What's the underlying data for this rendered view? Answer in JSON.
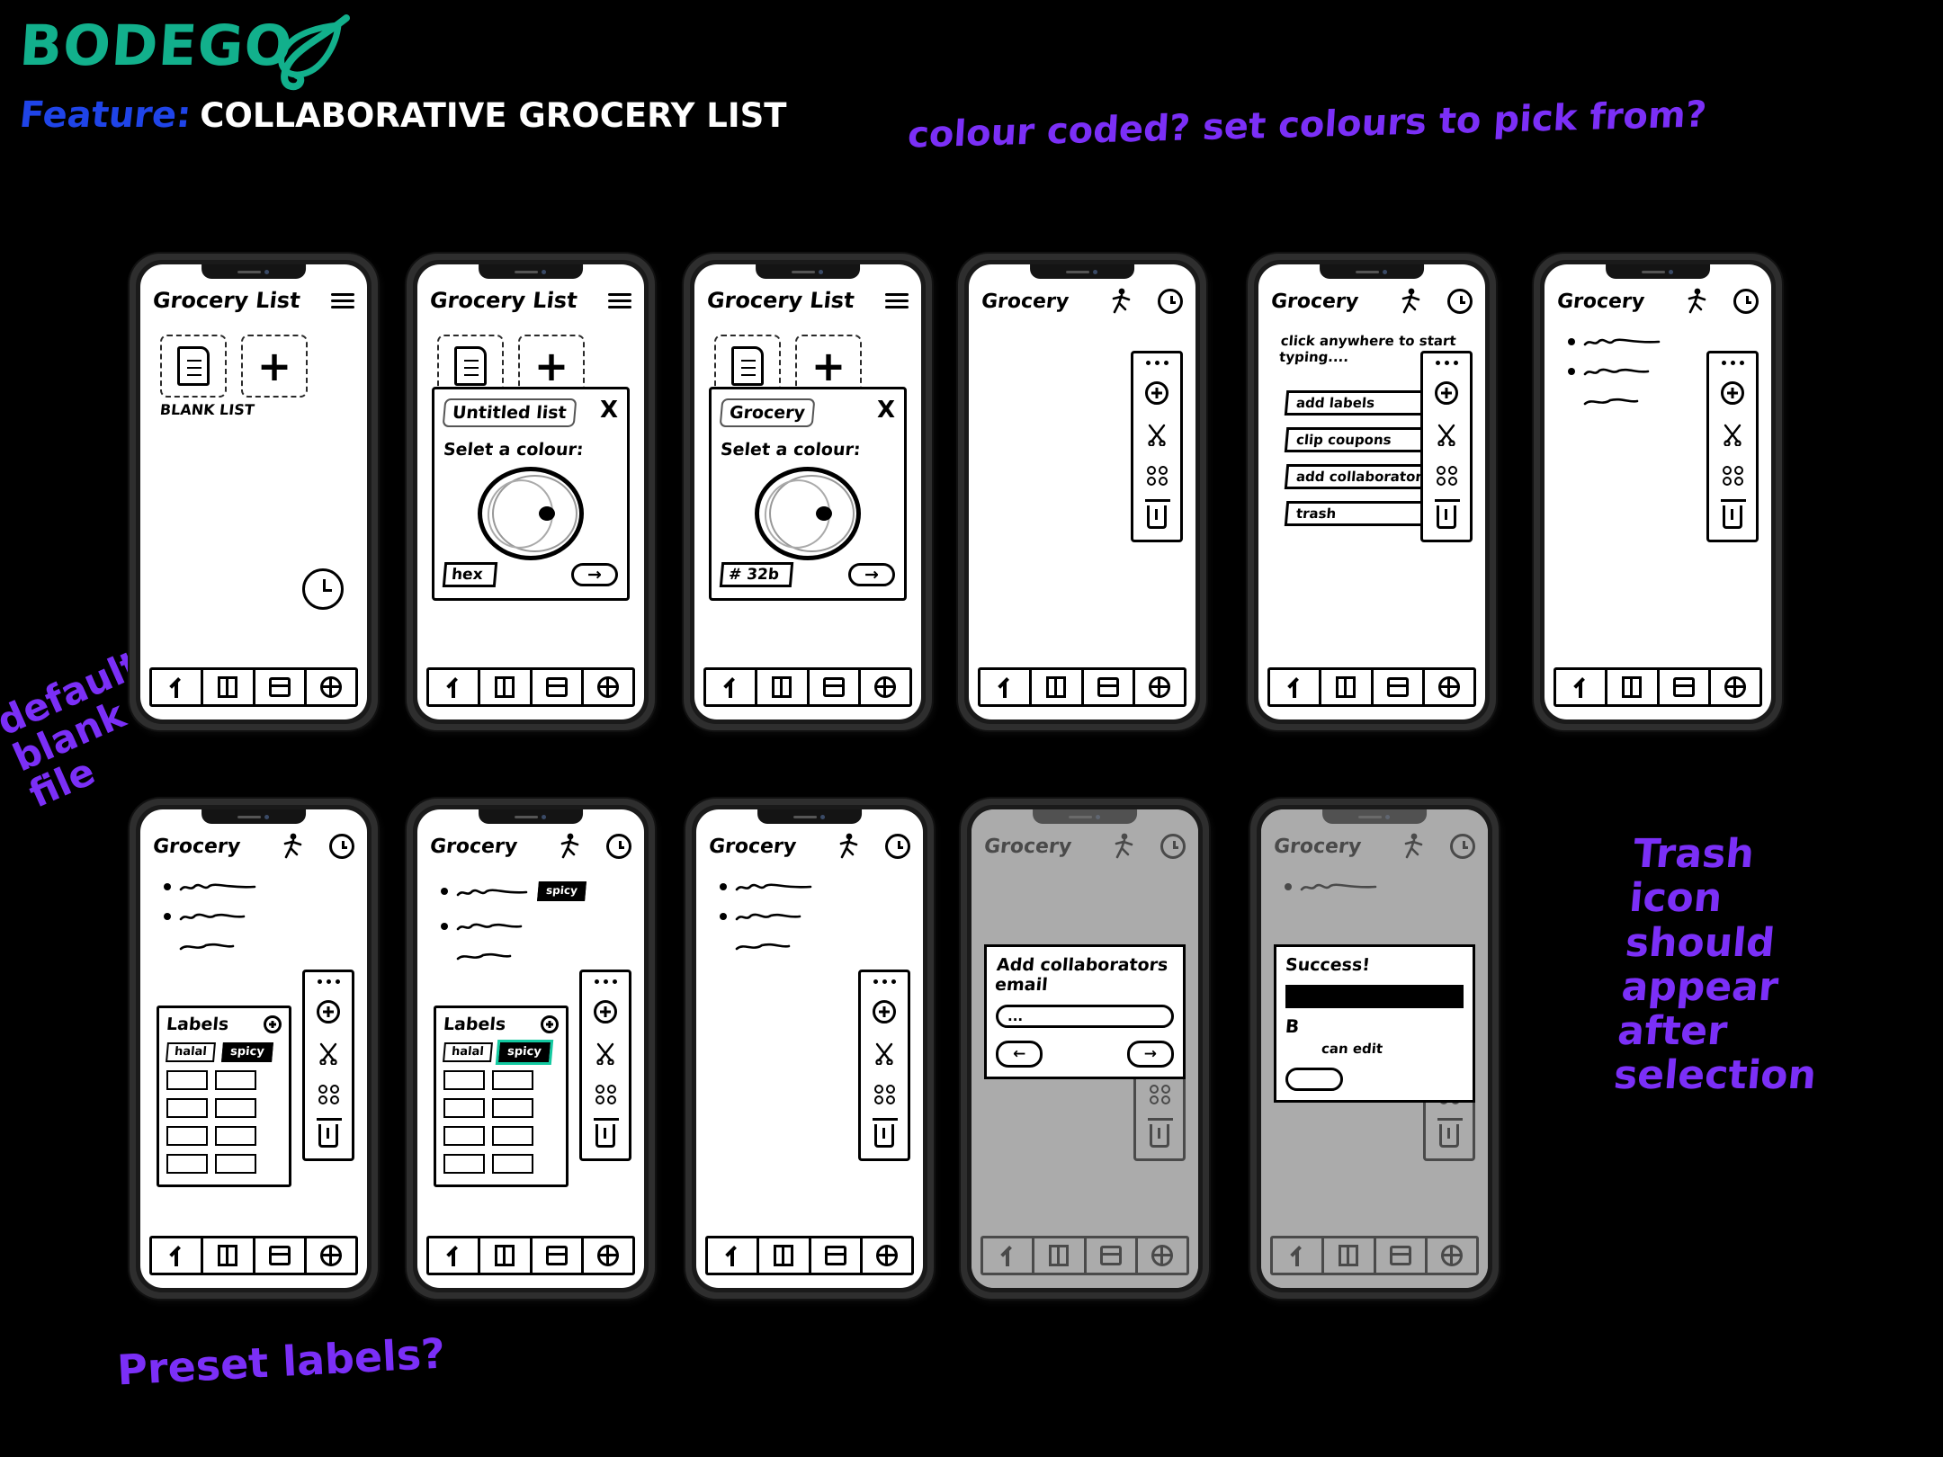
{
  "header": {
    "brand": "BODEGO",
    "brand_icon": "leaf-icon",
    "brand_color": "#12b08c",
    "feature_label": "Feature:",
    "feature_label_color": "#1f44e8",
    "feature_value": "COLLABORATIVE GROCERY LIST"
  },
  "annotations": {
    "color": "#7b2ff7",
    "top": "colour coded? set colours to pick from?",
    "left": "default blank file",
    "right": "Trash icon should appear after selection",
    "bottom": "Preset labels?"
  },
  "common": {
    "nav": [
      {
        "name": "upload-icon",
        "label": "upload"
      },
      {
        "name": "book-icon",
        "label": "book"
      },
      {
        "name": "card-icon",
        "label": "card"
      },
      {
        "name": "globe-icon",
        "label": "globe"
      }
    ],
    "toolbar_icons": [
      {
        "name": "more-dots-icon",
        "label": "..."
      },
      {
        "name": "add-label-icon",
        "label": "add label"
      },
      {
        "name": "scissors-icon",
        "label": "clip coupons"
      },
      {
        "name": "collaborators-icon",
        "label": "collaborators"
      },
      {
        "name": "trash-icon",
        "label": "trash"
      }
    ]
  },
  "phones": [
    {
      "id": "phone-1-blank-list",
      "title": "Grocery List",
      "menu_icon": "hamburger-icon",
      "cards": [
        {
          "icon": "document-icon",
          "caption": "BLANK LIST"
        },
        {
          "icon": "plus-icon",
          "caption": ""
        }
      ],
      "badge": "clock-badge"
    },
    {
      "id": "phone-2-untitled-list",
      "title": "Grocery List",
      "menu_icon": "hamburger-icon",
      "cards": [
        {
          "icon": "document-icon",
          "caption": ""
        },
        {
          "icon": "plus-icon",
          "caption": ""
        }
      ],
      "modal": {
        "name_value": "Untitled list",
        "close_label": "X",
        "prompt": "Selet a colour:",
        "picker": "colour-wheel",
        "hex_value": "hex",
        "next_label": "→"
      }
    },
    {
      "id": "phone-3-named-list",
      "title": "Grocery List",
      "menu_icon": "hamburger-icon",
      "cards": [
        {
          "icon": "document-icon",
          "caption": ""
        },
        {
          "icon": "plus-icon",
          "caption": ""
        }
      ],
      "modal": {
        "name_value": "Grocery",
        "close_label": "X",
        "prompt": "Selet a colour:",
        "picker": "colour-wheel",
        "hex_value": "# 32b",
        "next_label": "→"
      }
    },
    {
      "id": "phone-4-empty-grocery",
      "title": "Grocery",
      "head_icons": [
        "runner-icon",
        "clock-icon"
      ],
      "toolbar": true
    },
    {
      "id": "phone-5-menu-open",
      "title": "Grocery",
      "head_icons": [
        "runner-icon",
        "clock-icon"
      ],
      "note": "click anywhere to start typing....",
      "menu": [
        "add labels",
        "clip coupons",
        "add collaborators",
        "trash"
      ],
      "toolbar": true
    },
    {
      "id": "phone-6-list-items",
      "title": "Grocery",
      "head_icons": [
        "runner-icon",
        "clock-icon"
      ],
      "items": 3,
      "toolbar": true
    },
    {
      "id": "phone-7-labels-panel",
      "title": "Grocery",
      "head_icons": [
        "runner-icon",
        "clock-icon"
      ],
      "items": 3,
      "labels": {
        "title": "Labels",
        "add_icon": "plus-circle-icon",
        "chips": [
          "halal",
          "spicy"
        ]
      },
      "toolbar": true
    },
    {
      "id": "phone-8-label-selected",
      "title": "Grocery",
      "head_icons": [
        "runner-icon",
        "clock-icon"
      ],
      "items": 3,
      "item_tag": "spicy",
      "labels": {
        "title": "Labels",
        "add_icon": "plus-circle-icon",
        "chips": [
          "halal",
          "spicy"
        ],
        "highlighted": "spicy",
        "highlight_color": "#12c9a0"
      },
      "toolbar": true
    },
    {
      "id": "phone-9-list-plain",
      "title": "Grocery",
      "head_icons": [
        "runner-icon",
        "clock-icon"
      ],
      "items": 3,
      "toolbar": true
    },
    {
      "id": "phone-10-add-collaborators",
      "title": "Grocery",
      "head_icons": [
        "runner-icon",
        "clock-icon"
      ],
      "dimmed": true,
      "dialog": {
        "title": "Add collaborators email",
        "input_value": "...",
        "back_label": "←",
        "next_label": "→"
      },
      "toolbar": true
    },
    {
      "id": "phone-11-success",
      "title": "Grocery",
      "head_icons": [
        "runner-icon",
        "clock-icon"
      ],
      "dimmed": true,
      "items": 1,
      "dialog": {
        "title": "Success!",
        "name_value": "B",
        "permission": "can edit"
      }
    }
  ]
}
